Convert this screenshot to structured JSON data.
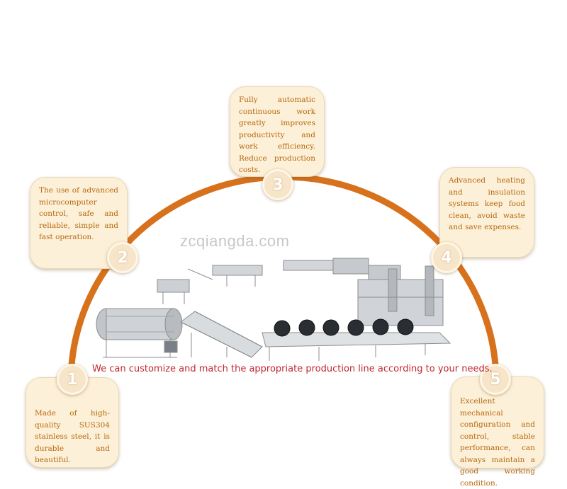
{
  "colors": {
    "arc": "#d7711c",
    "card_bg": "#fdf0d8",
    "card_text": "#b5690f",
    "tagline": "#c1272d",
    "watermark": "#c8c8c8"
  },
  "watermark": "zcqiangda.com",
  "tagline": "We can customize and match the appropriate production line according to your needs.",
  "features": [
    {
      "number": "1",
      "text": "Made of high-quality SUS304 stainless steel, it is durable and beautiful."
    },
    {
      "number": "2",
      "text": "The use of advanced microcomputer control, safe and reliable, simple and fast operation."
    },
    {
      "number": "3",
      "text": "Fully automatic continuous work greatly improves productivity and work efficiency. Reduce production costs."
    },
    {
      "number": "4",
      "text": "Advanced heating and insulation systems keep food clean, avoid waste and save expenses."
    },
    {
      "number": "5",
      "text": "Excellent mechanical configuration and control, stable performance, can always maintain a good working condition."
    }
  ],
  "illustration": "stainless-steel-production-line"
}
